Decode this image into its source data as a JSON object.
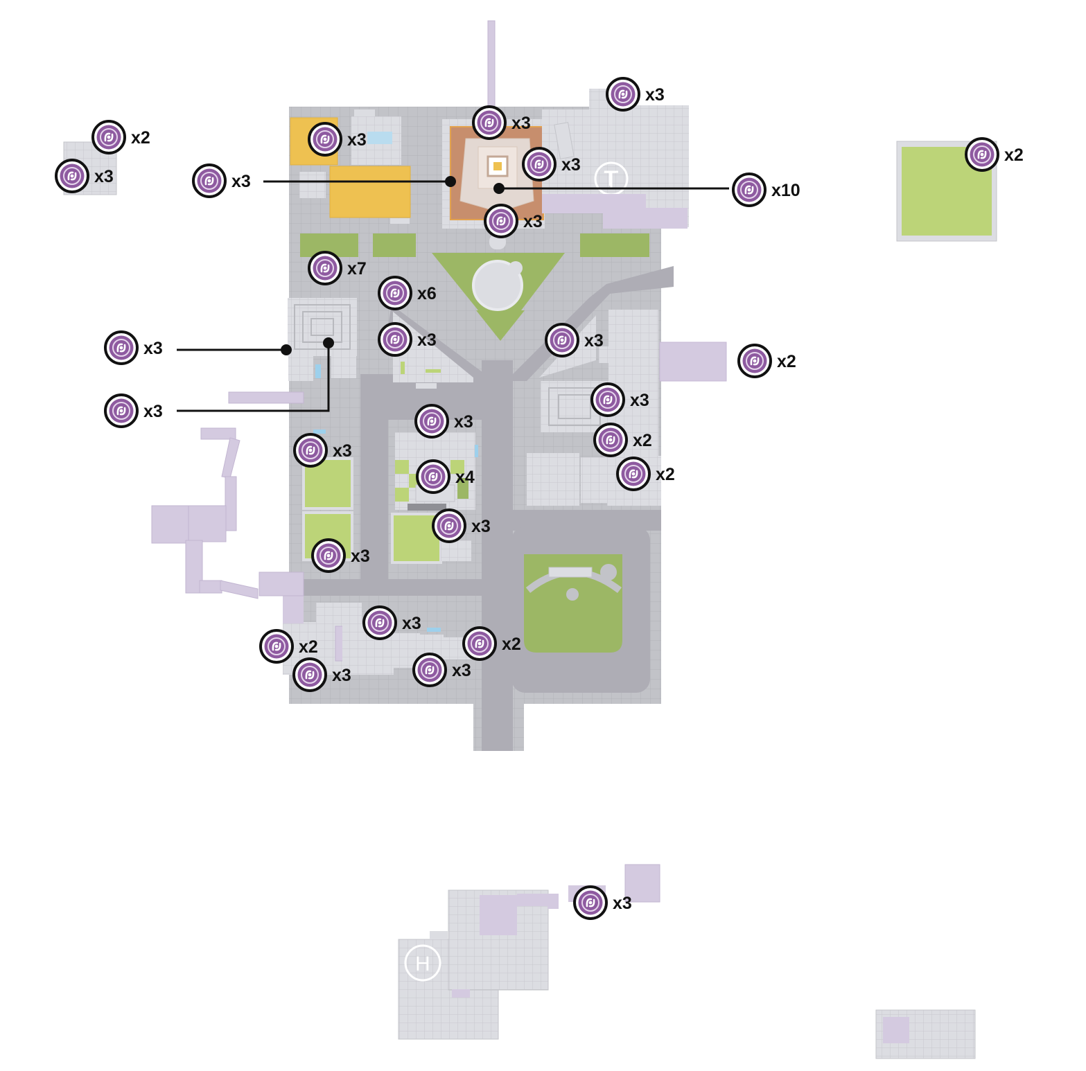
{
  "map": {
    "colors": {
      "floor": "#c2c3c8",
      "floor_grid": "#b2b3b8",
      "road": "#aeadb5",
      "building": "#dcdde2",
      "building_line": "#c3c4c9",
      "annex": "#d4cae0",
      "grass": "#bcd478",
      "grass_dark": "#9cb765",
      "orange": "#eec151",
      "temple": "#c78e6d",
      "marker_fill": "#8e5aa0",
      "marker_ring": "#111111",
      "leader_line": "#111111"
    },
    "icon": "collectible-token-icon",
    "heliport_letters": [
      "T",
      "H"
    ],
    "markers": [
      {
        "label": "x2"
      },
      {
        "label": "x3"
      },
      {
        "label": "x3"
      },
      {
        "label": "x3"
      },
      {
        "label": "x3"
      },
      {
        "label": "x3"
      },
      {
        "label": "x3"
      },
      {
        "label": "x10"
      },
      {
        "label": "x3"
      },
      {
        "label": "x3"
      },
      {
        "label": "x2"
      },
      {
        "label": "x7"
      },
      {
        "label": "x6"
      },
      {
        "label": "x3"
      },
      {
        "label": "x3"
      },
      {
        "label": "x3"
      },
      {
        "label": "x3"
      },
      {
        "label": "x2"
      },
      {
        "label": "x3"
      },
      {
        "label": "x3"
      },
      {
        "label": "x2"
      },
      {
        "label": "x3"
      },
      {
        "label": "x4"
      },
      {
        "label": "x3"
      },
      {
        "label": "x2"
      },
      {
        "label": "x3"
      },
      {
        "label": "x2"
      },
      {
        "label": "x2"
      },
      {
        "label": "x3"
      },
      {
        "label": "x3"
      },
      {
        "label": "x3"
      }
    ]
  }
}
